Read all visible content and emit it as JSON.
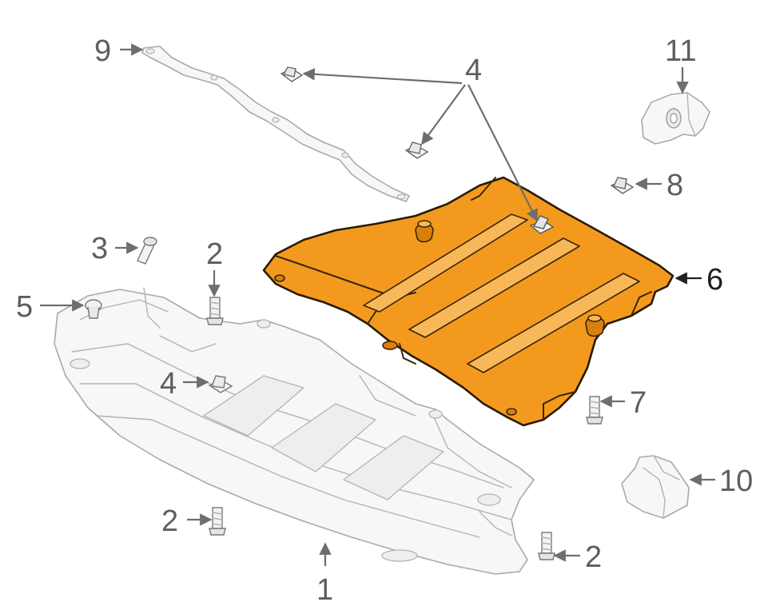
{
  "callouts": {
    "c1": "1",
    "c2a": "2",
    "c2b": "2",
    "c2c": "2",
    "c3": "3",
    "c4a": "4",
    "c4b": "4",
    "c5": "5",
    "c6": "6",
    "c7": "7",
    "c8": "8",
    "c9": "9",
    "c10": "10",
    "c11": "11"
  },
  "colors": {
    "highlight": "#f39a1e",
    "ghost_stroke": "#a9a9a9",
    "label": "#5e5e5e"
  }
}
